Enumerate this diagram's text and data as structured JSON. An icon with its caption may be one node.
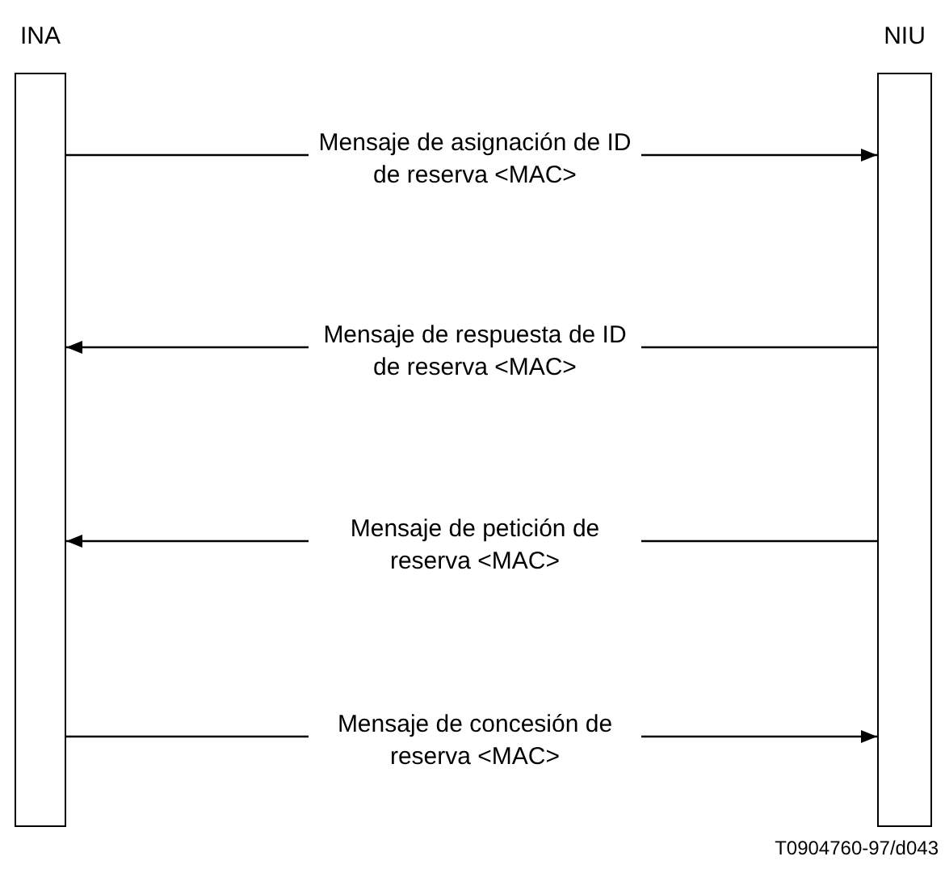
{
  "diagram": {
    "nodes": [
      {
        "text": [
          "INA"
        ]
      },
      {
        "text": [
          "NIU"
        ]
      }
    ],
    "edges": [
      {
        "from": 0,
        "to": 1,
        "arrow": "to",
        "label": "Mensaje de asignación de ID de reserva <MAC>"
      },
      {
        "from": 1,
        "to": 0,
        "arrow": "to",
        "label": "Mensaje de respuesta de ID de reserva <MAC>"
      },
      {
        "from": 1,
        "to": 0,
        "arrow": "to",
        "label": "Mensaje de petición de reserva <MAC>"
      },
      {
        "from": 0,
        "to": 1,
        "arrow": "to",
        "label": "Mensaje de concesión de reserva <MAC>"
      }
    ],
    "labels": [
      "T0904760-97/d043"
    ]
  }
}
